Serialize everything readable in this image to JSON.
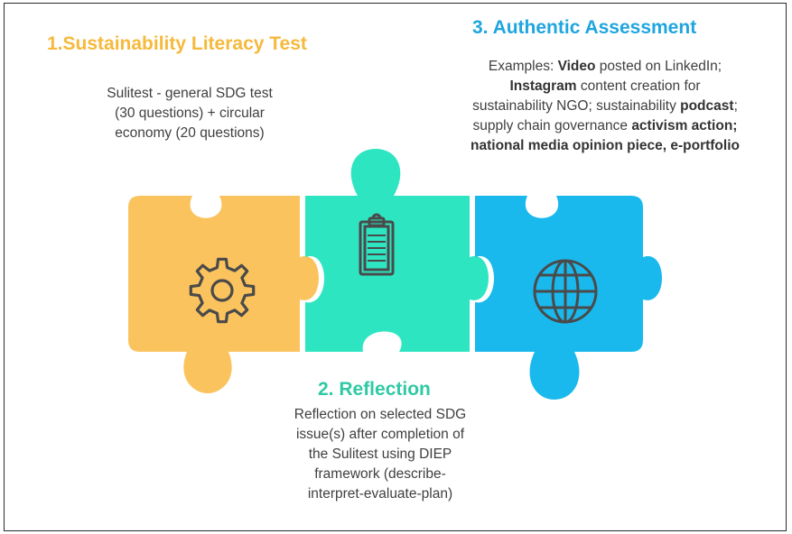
{
  "pieces": [
    {
      "id": "test",
      "heading": "1.Sustainability Literacy Test",
      "lines": [
        [
          {
            "t": "Sulitest - general SDG test",
            "b": false
          }
        ],
        [
          {
            "t": "(30 questions) + circular",
            "b": false
          }
        ],
        [
          {
            "t": "economy (20 questions)",
            "b": false
          }
        ]
      ],
      "color": "#fbc35e",
      "icon": "gear-icon"
    },
    {
      "id": "reflection",
      "heading": "2. Reflection",
      "lines": [
        [
          {
            "t": "Reflection on selected SDG",
            "b": false
          }
        ],
        [
          {
            "t": "issue(s) after completion of",
            "b": false
          }
        ],
        [
          {
            "t": "the Sulitest using DIEP",
            "b": false
          }
        ],
        [
          {
            "t": "framework (describe-",
            "b": false
          }
        ],
        [
          {
            "t": "interpret-evaluate-plan)",
            "b": false
          }
        ]
      ],
      "color": "#2ee5c2",
      "icon": "clipboard-icon"
    },
    {
      "id": "assessment",
      "heading": "3. Authentic Assessment",
      "lines": [
        [
          {
            "t": "Examples: ",
            "b": false
          },
          {
            "t": "Video",
            "b": true
          },
          {
            "t": " posted on LinkedIn;",
            "b": false
          }
        ],
        [
          {
            "t": "Instagram",
            "b": true
          },
          {
            "t": " content creation for",
            "b": false
          }
        ],
        [
          {
            "t": "sustainability NGO;  sustainability ",
            "b": false
          },
          {
            "t": "podcast",
            "b": true
          },
          {
            "t": ";",
            "b": false
          }
        ],
        [
          {
            "t": "supply chain governance ",
            "b": false
          },
          {
            "t": "activism action;",
            "b": true
          }
        ],
        [
          {
            "t": "national media opinion piece, e-portfolio",
            "b": true
          }
        ]
      ],
      "color": "#19b9ed",
      "icon": "globe-icon"
    }
  ],
  "icon_color": "#4a4a4a"
}
